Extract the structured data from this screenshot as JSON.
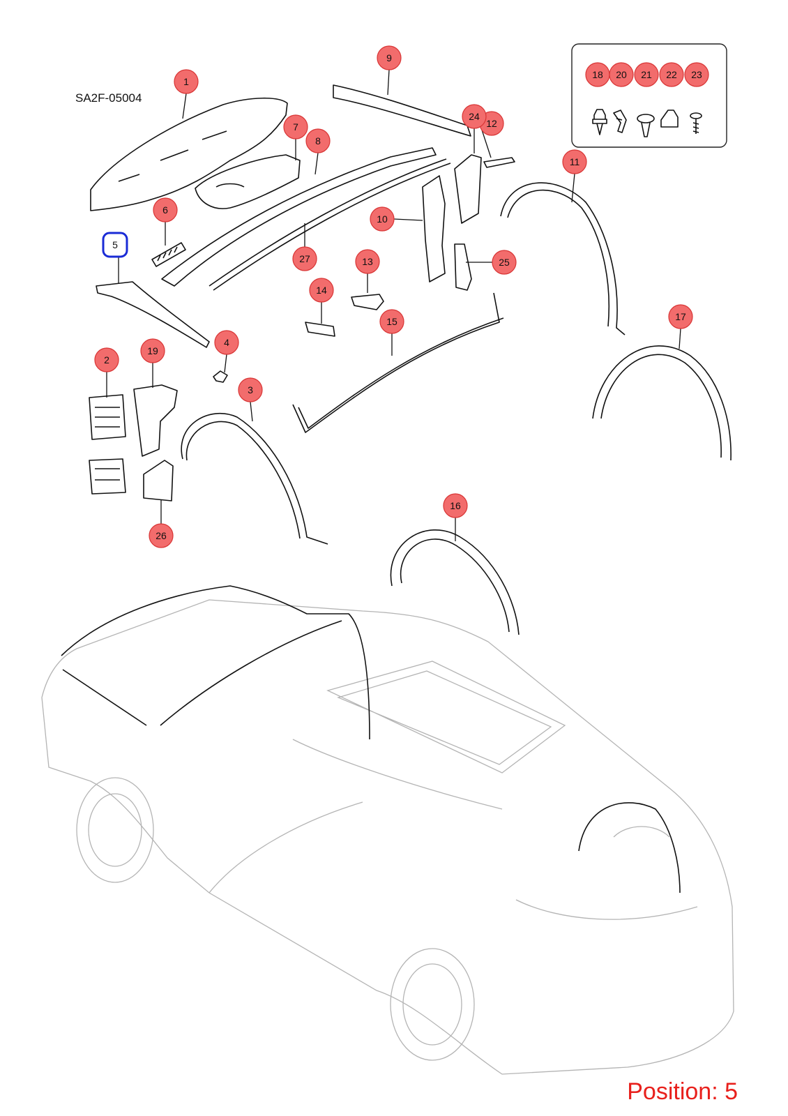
{
  "document_code": "SA2F-05004",
  "position_label": "Position: 5",
  "selected_callout": "5",
  "colors": {
    "callout_fill": "#f26c6c",
    "callout_border": "#d83434",
    "selected_border": "#1a2bd6",
    "position_text": "#e8201c"
  },
  "callouts": {
    "c1": "1",
    "c2": "2",
    "c3": "3",
    "c4": "4",
    "c5": "5",
    "c6": "6",
    "c7": "7",
    "c8": "8",
    "c9": "9",
    "c10": "10",
    "c11": "11",
    "c12": "12",
    "c13": "13",
    "c14": "14",
    "c15": "15",
    "c16": "16",
    "c17": "17",
    "c18": "18",
    "c19": "19",
    "c20": "20",
    "c21": "21",
    "c22": "22",
    "c23": "23",
    "c24": "24",
    "c25": "25",
    "c26": "26",
    "c27": "27"
  }
}
